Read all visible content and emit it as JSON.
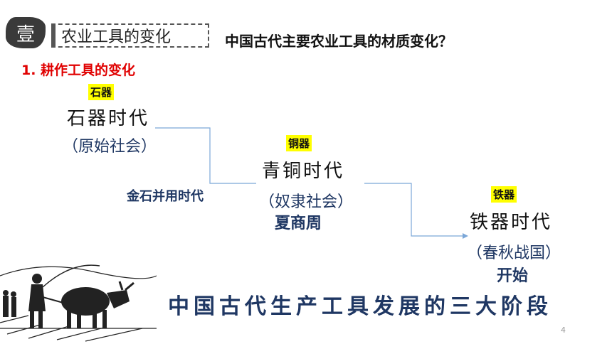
{
  "section": {
    "badge": "壹",
    "title": "农业工具的变化"
  },
  "question": "中国古代主要农业工具的材质变化？",
  "subheading": "1. 耕作工具的变化",
  "stages": [
    {
      "tag": "石器",
      "era": "石器时代",
      "society": "（原始社会）",
      "note": ""
    },
    {
      "tag": "铜器",
      "era": "青铜时代",
      "society": "（奴隶社会）",
      "note": "夏商周"
    },
    {
      "tag": "铁器",
      "era": "铁器时代",
      "society": "（春秋战国）",
      "note": "开始"
    }
  ],
  "transition_label": "金石并用时代",
  "summary": "中国古代生产工具发展的三大阶段",
  "page_number": "4",
  "colors": {
    "accent_red": "#e00000",
    "highlight": "#ffff00",
    "navy": "#1f3763",
    "connector": "#7ba7d8"
  }
}
